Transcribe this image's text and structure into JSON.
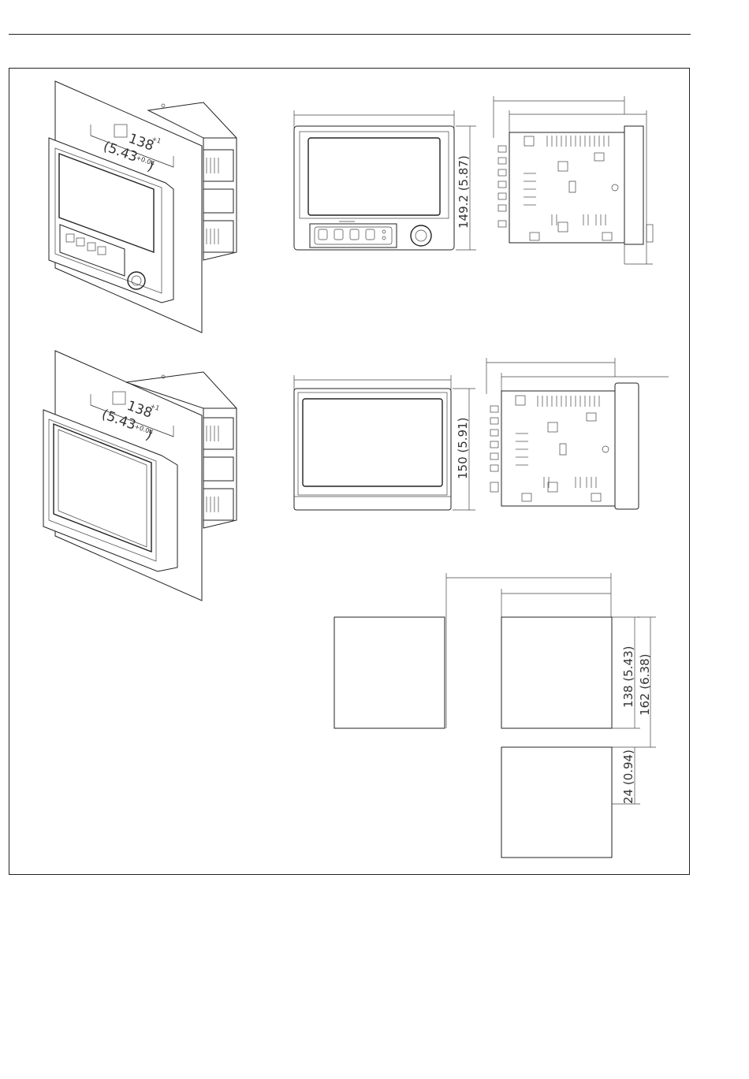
{
  "dimensions": {
    "cutout_width_mm": "138",
    "cutout_width_tol_mm": "+1",
    "cutout_width_in": "(5.43",
    "cutout_width_tol_in": "+0.04",
    "cutout_width_in_close": ")",
    "height_front_a": "149.2 (5.87)",
    "height_front_b": "150 (5.91)",
    "cutout_height": "138 (5.43)",
    "pitch_height": "162 (6.38)",
    "gap_height": "24 (0.94)"
  }
}
